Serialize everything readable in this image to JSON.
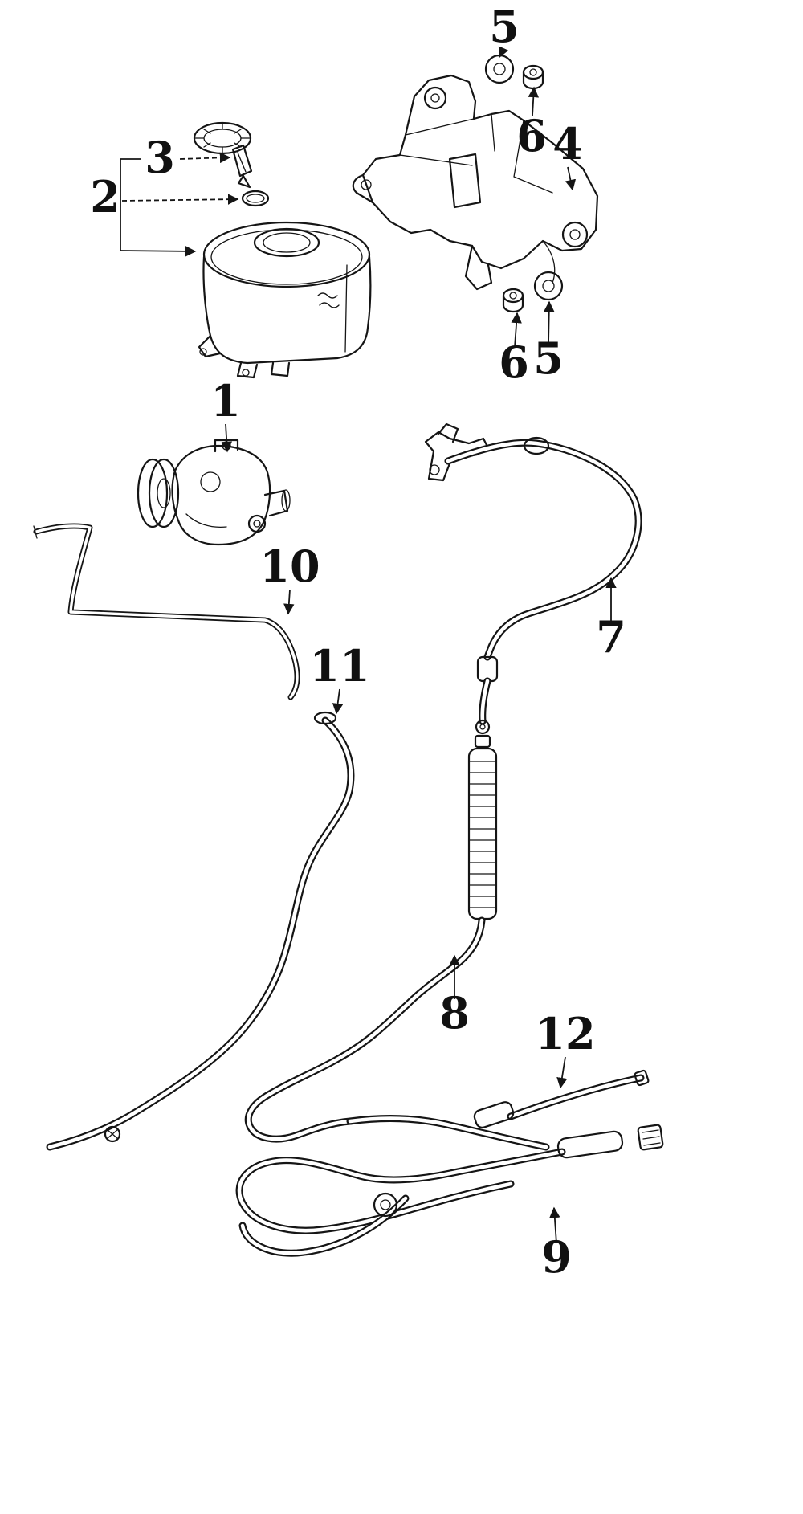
{
  "figure": {
    "type": "exploded-parts-line-diagram",
    "subject": "power-steering pump, reservoir, brackets and hoses",
    "background_color": "#ffffff",
    "line_color": "#151515",
    "label_color": "#111111"
  },
  "callouts": [
    {
      "label": "5",
      "part": "bushing-upper"
    },
    {
      "label": "6",
      "part": "nut-upper"
    },
    {
      "label": "4",
      "part": "mounting-bracket"
    },
    {
      "label": "3",
      "part": "reservoir-cap"
    },
    {
      "label": "2",
      "part": "reservoir-seal"
    },
    {
      "label": "1",
      "part": "pump"
    },
    {
      "label": "6",
      "part": "nut-lower"
    },
    {
      "label": "5",
      "part": "bushing-lower"
    },
    {
      "label": "10",
      "part": "steel-pipe"
    },
    {
      "label": "7",
      "part": "upper-hose"
    },
    {
      "label": "11",
      "part": "return-hose"
    },
    {
      "label": "8",
      "part": "cooler-tube"
    },
    {
      "label": "12",
      "part": "short-hose"
    },
    {
      "label": "9",
      "part": "pressure-hose"
    }
  ]
}
